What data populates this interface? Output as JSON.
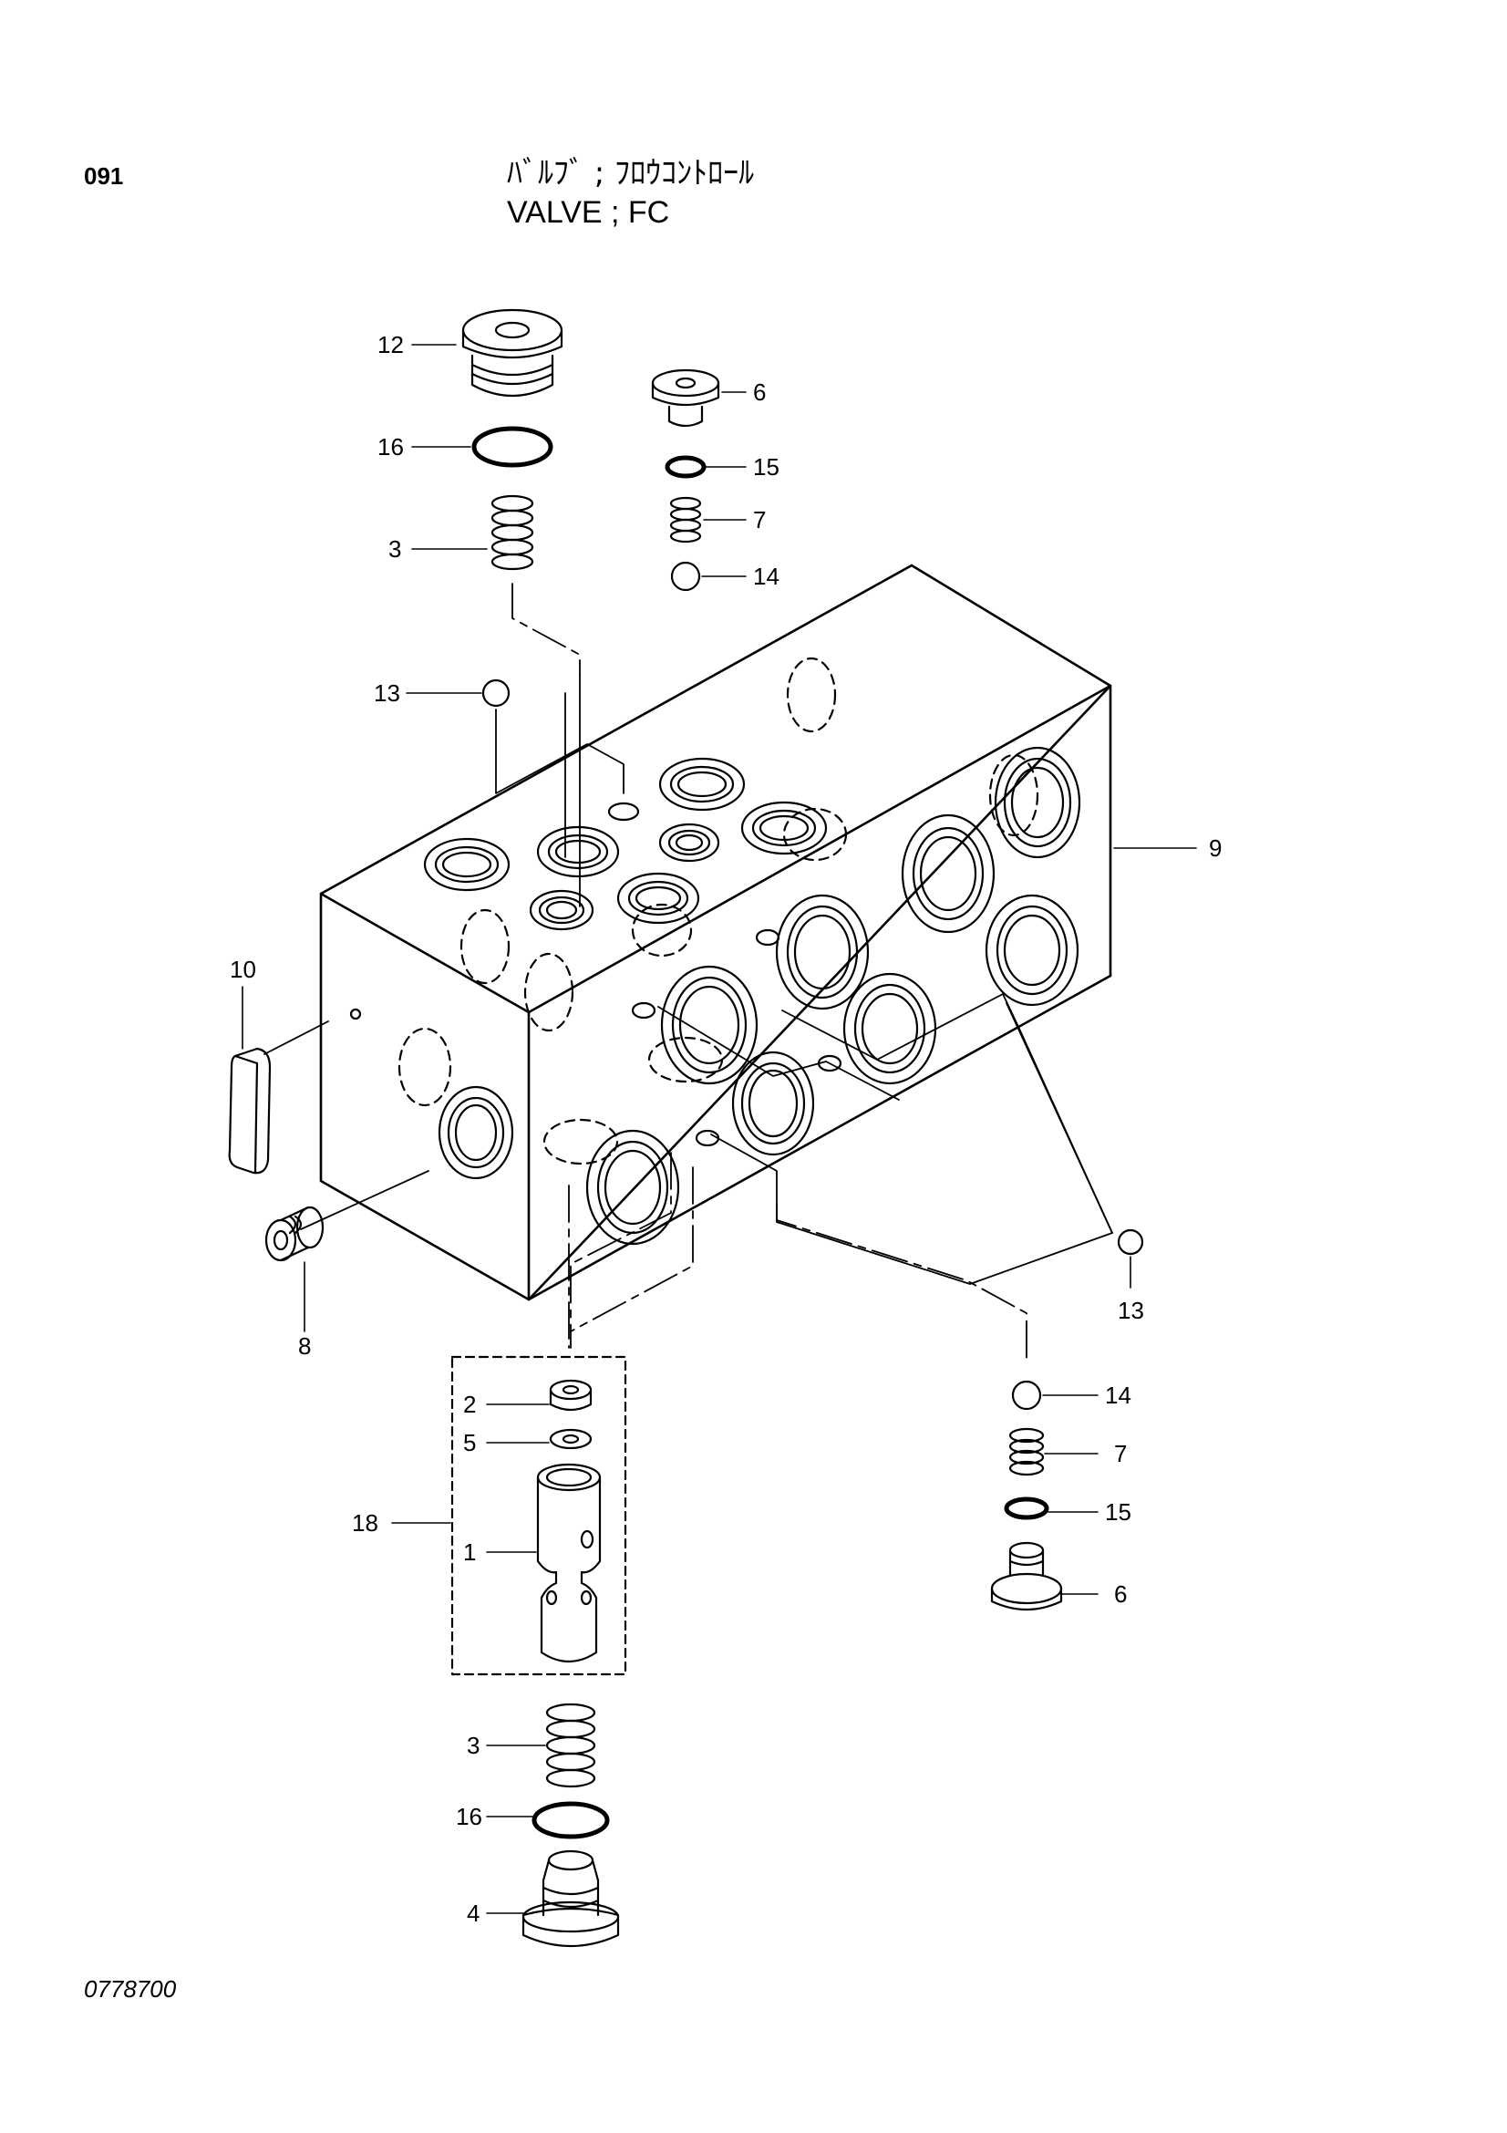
{
  "header": {
    "page_number": "091",
    "title_jp": "ﾊﾞﾙﾌﾞ ; ﾌﾛｳｺﾝﾄﾛｰﾙ",
    "title_en": "VALVE ; FC"
  },
  "callouts": {
    "c12": "12",
    "c16a": "16",
    "c3a": "3",
    "c13a": "13",
    "c6a": "6",
    "c15a": "15",
    "c7a": "7",
    "c14a": "14",
    "c9": "9",
    "c10": "10",
    "c8": "8",
    "c13b": "13",
    "c2": "2",
    "c5": "5",
    "c18": "18",
    "c1": "1",
    "c14b": "14",
    "c7b": "7",
    "c15b": "15",
    "c6b": "6",
    "c3b": "3",
    "c16b": "16",
    "c4": "4"
  },
  "footer": {
    "drawing_ref": "0778700"
  }
}
